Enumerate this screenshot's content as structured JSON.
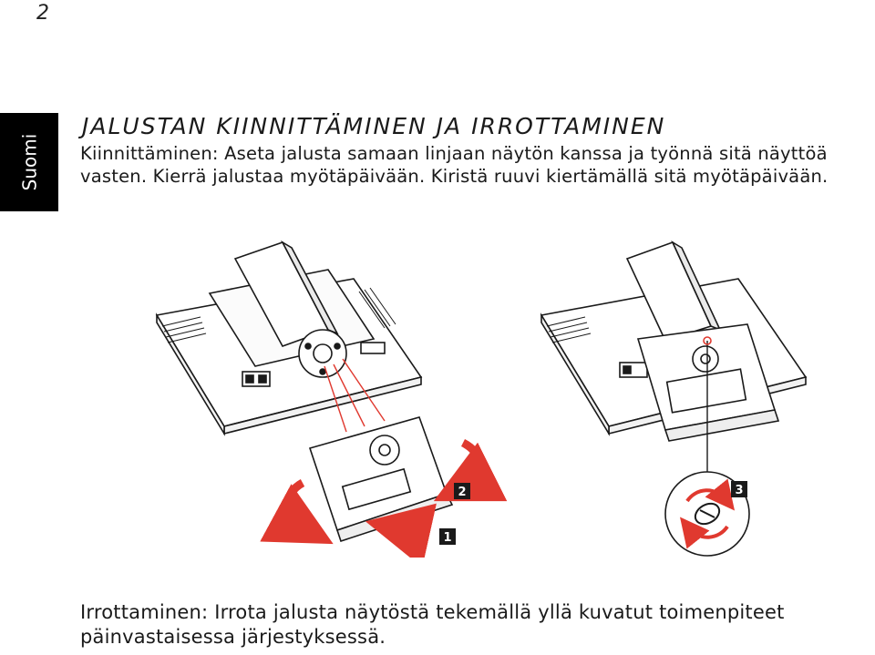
{
  "page": {
    "number": "2",
    "language_tab": "Suomi"
  },
  "section": {
    "title": "JALUSTAN KIINNITTÄMINEN JA IRROTTAMINEN",
    "attach_text": "Kiinnittäminen: Aseta jalusta samaan linjaan näytön kanssa ja työnnä sitä näyttöä vasten. Kierrä jalustaa myötäpäivään. Kiristä ruuvi kiertämällä sitä myötäpäivään.",
    "detach_text": "Irrottaminen: Irrota jalusta näytöstä tekemällä yllä kuvatut toimenpiteet päinvastaisessa järjestyksessä."
  },
  "figure": {
    "step_labels": [
      "1",
      "2",
      "3"
    ],
    "arrow_color": "#e0392f",
    "line_color": "#1a1a1a"
  }
}
